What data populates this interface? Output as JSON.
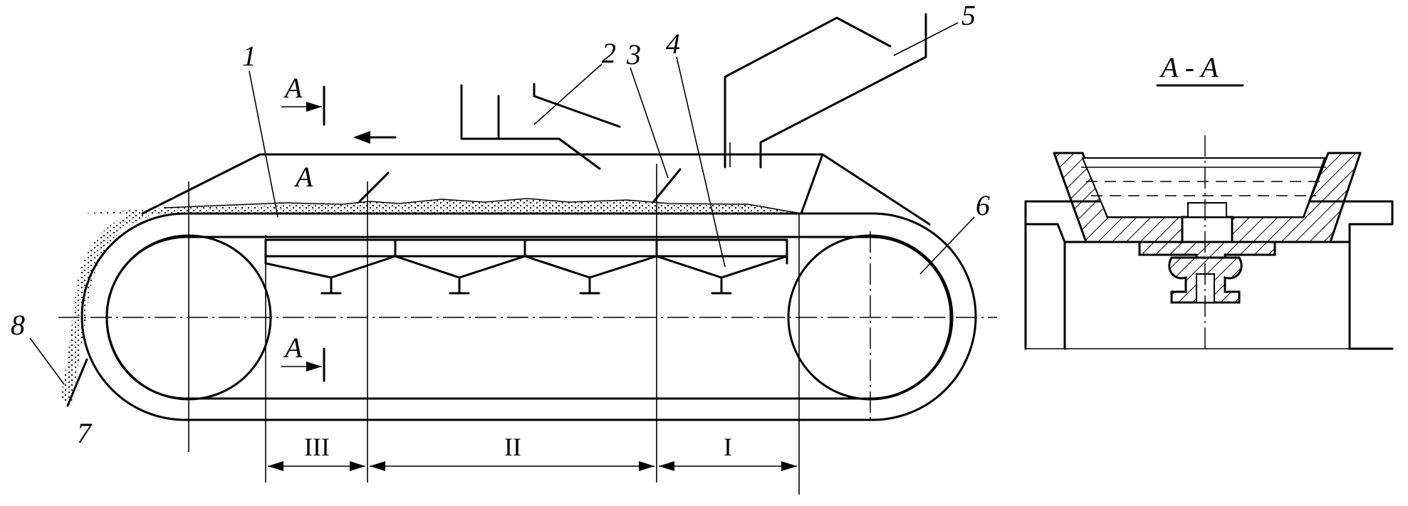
{
  "labels": {
    "n1": "1",
    "n2": "2",
    "n3": "3",
    "n4": "4",
    "n5": "5",
    "n6": "6",
    "n7": "7",
    "n8": "8"
  },
  "section_marks": {
    "top": "A",
    "bottom": "A",
    "inner": "A",
    "view_title": "A - A"
  },
  "zones": {
    "z3": "III",
    "z2": "II",
    "z1": "I"
  }
}
